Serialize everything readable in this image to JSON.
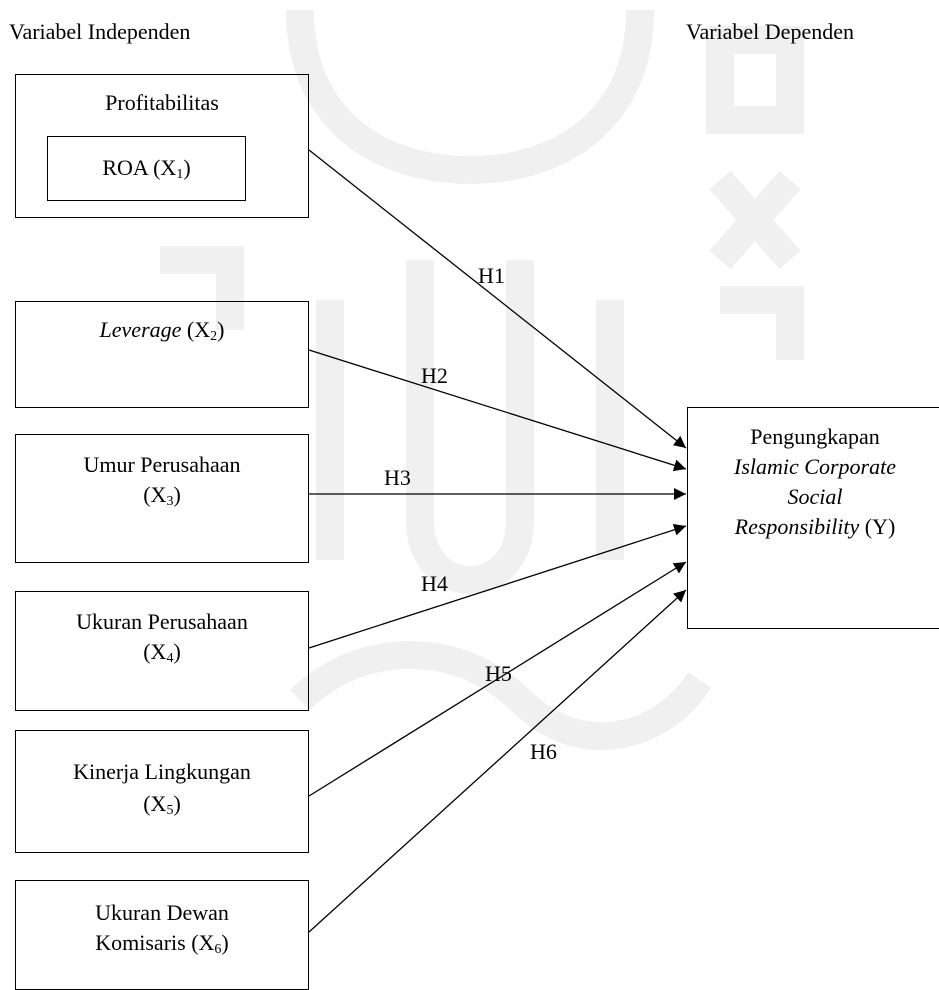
{
  "headings": {
    "left": "Variabel Independen",
    "right": "Variabel Dependen"
  },
  "boxes": {
    "profitabilitas": {
      "title": "Profitabilitas",
      "inner_pre": "ROA (X",
      "inner_sub": "1",
      "inner_post": ")"
    },
    "leverage": {
      "italic": "Leverage",
      "pre": " (X",
      "sub": "2",
      "post": ")"
    },
    "umur": {
      "line1": "Umur Perusahaan",
      "pre": "(X",
      "sub": "3",
      "post": ")"
    },
    "ukuran": {
      "line1": "Ukuran Perusahaan",
      "pre": "(X",
      "sub": "4",
      "post": ")"
    },
    "kinerja": {
      "line1": "Kinerja Lingkungan",
      "pre": "(X",
      "sub": "5",
      "post": ")"
    },
    "dewan": {
      "line1": "Ukuran Dewan",
      "pre": "Komisaris (X",
      "sub": "6",
      "post": ")"
    },
    "dependent": {
      "line1": "Pengungkapan",
      "line2": "Islamic Corporate",
      "line3": "Social",
      "line4_italic": "Responsibility",
      "line4_rest": " (Y)"
    }
  },
  "hypotheses": [
    "H1",
    "H2",
    "H3",
    "H4",
    "H5",
    "H6"
  ]
}
